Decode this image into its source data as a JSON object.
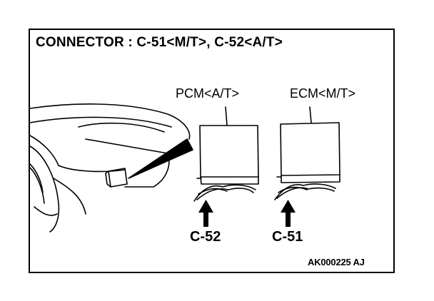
{
  "title": "CONNECTOR : C-51<M/T>, C-52<A/T>",
  "modules": [
    {
      "label": "PCM<A/T>"
    },
    {
      "label": "ECM<M/T>"
    }
  ],
  "connectors": [
    {
      "label": "C-52"
    },
    {
      "label": "C-51"
    }
  ],
  "figure_code": "AK000225 AJ",
  "colors": {
    "ink": "#000000",
    "paper": "#ffffff"
  }
}
